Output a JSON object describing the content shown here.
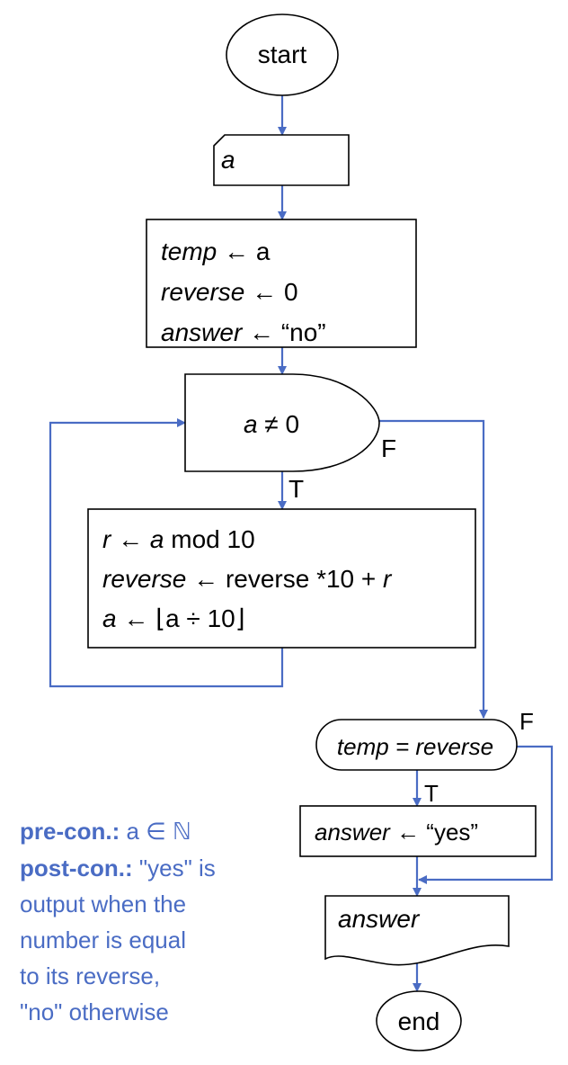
{
  "start": "start",
  "input_a": "a",
  "init": [
    {
      "var": "temp",
      "arrow": " ← ",
      "expr": "a"
    },
    {
      "var": "reverse",
      "arrow": " ← ",
      "expr": "0"
    },
    {
      "var": "answer",
      "arrow": " ← ",
      "expr": "“no”"
    }
  ],
  "loop_cond": {
    "var": "a",
    "rest": " ≠ 0"
  },
  "loop_true": "T",
  "loop_false": "F",
  "body": {
    "line1_var": "r",
    "line1_arrow": " ← ",
    "line1_a": "a",
    "line1_rest": " mod 10",
    "line2_var": "reverse",
    "line2_arrow": " ← ",
    "line2_rest": "reverse *10 + ",
    "line2_r": "r",
    "line3_var": "a",
    "line3_arrow": " ← ",
    "line3_rest": "⌊a ÷ 10⌋"
  },
  "check": "temp = reverse",
  "check_true": "T",
  "check_false": "F",
  "yes_assign": {
    "var": "answer",
    "arrow": " ← ",
    "expr": "“yes”"
  },
  "output": "answer",
  "end": "end",
  "note": {
    "pre_label": "pre-con.:",
    "pre_text": " a ∈ ℕ",
    "post_label": "post-con.:",
    "post_text": " \"yes\" is",
    "lines": [
      "output when the",
      "number is equal",
      "to its reverse,",
      "\"no\" otherwise"
    ]
  }
}
